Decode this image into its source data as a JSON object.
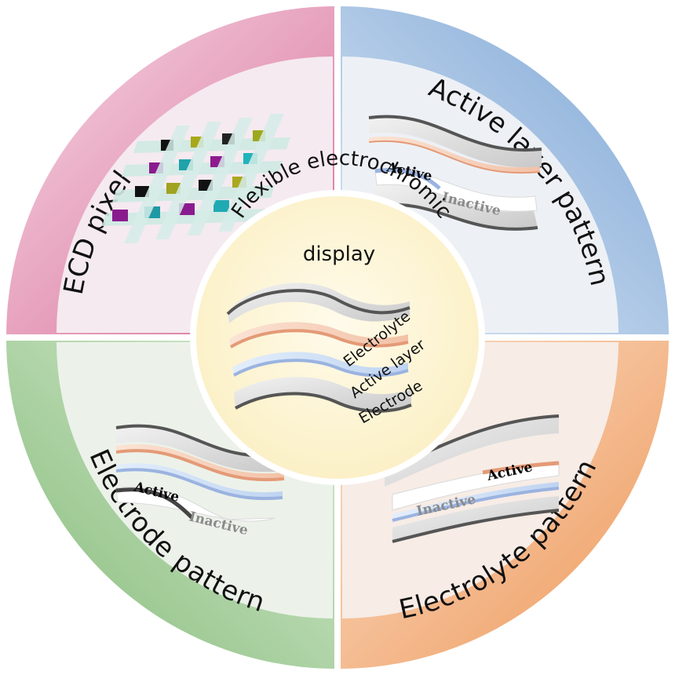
{
  "center": {
    "title_line1": "Flexible electrochromic",
    "title_line2": "display",
    "layers": [
      "Electrolyte",
      "Active layer",
      "Electrode"
    ]
  },
  "quadrants": {
    "top_left": {
      "title": "ECD pixel"
    },
    "top_right": {
      "title": "Active layer pattern",
      "active": "Active",
      "inactive": "Inactive"
    },
    "bottom_left": {
      "title": "Electrode pattern",
      "active": "Active",
      "inactive": "Inactive"
    },
    "bottom_right": {
      "title": "Electrolyte pattern",
      "active": "Active",
      "inactive": "Inactive"
    }
  },
  "colors": {
    "pink": "#e07fa6",
    "blue": "#8fb2da",
    "green": "#97c48c",
    "orange": "#f0a46d",
    "center_fill": "#fdf6d8",
    "electrolyte": "#e49a77",
    "active_layer": "#9ab3e0",
    "electrode": "#555555"
  }
}
